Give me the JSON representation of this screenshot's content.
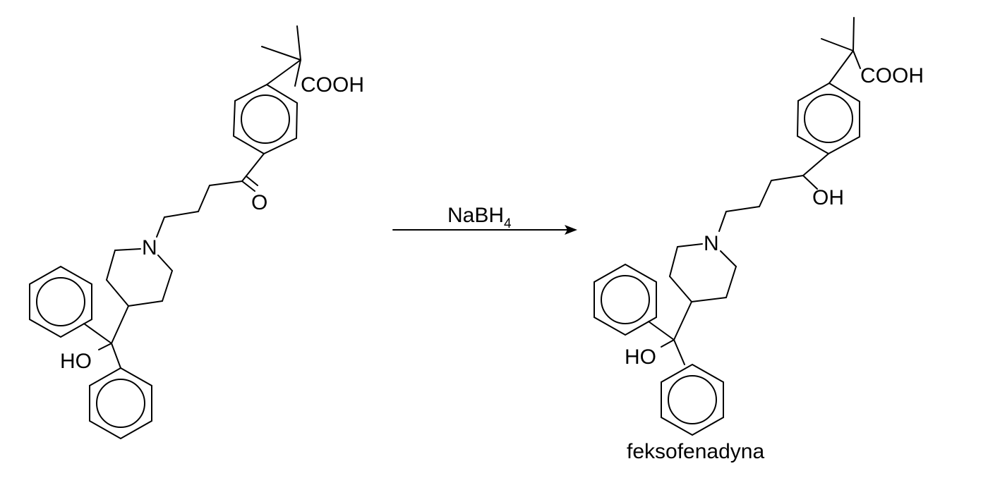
{
  "reactant": {
    "carboxyl_label": "COOH",
    "ketone_label": "O",
    "amine_label": "N",
    "hydroxyl_label": "HO"
  },
  "reagent": {
    "main": "NaBH",
    "subscript": "4"
  },
  "product": {
    "carboxyl_label": "COOH",
    "hydroxyl_label": "OH",
    "amine_label": "N",
    "diphenyl_hydroxyl_label": "HO",
    "name": "feksofenadyna"
  },
  "colors": {
    "ink": "#000000",
    "background": "#ffffff"
  }
}
